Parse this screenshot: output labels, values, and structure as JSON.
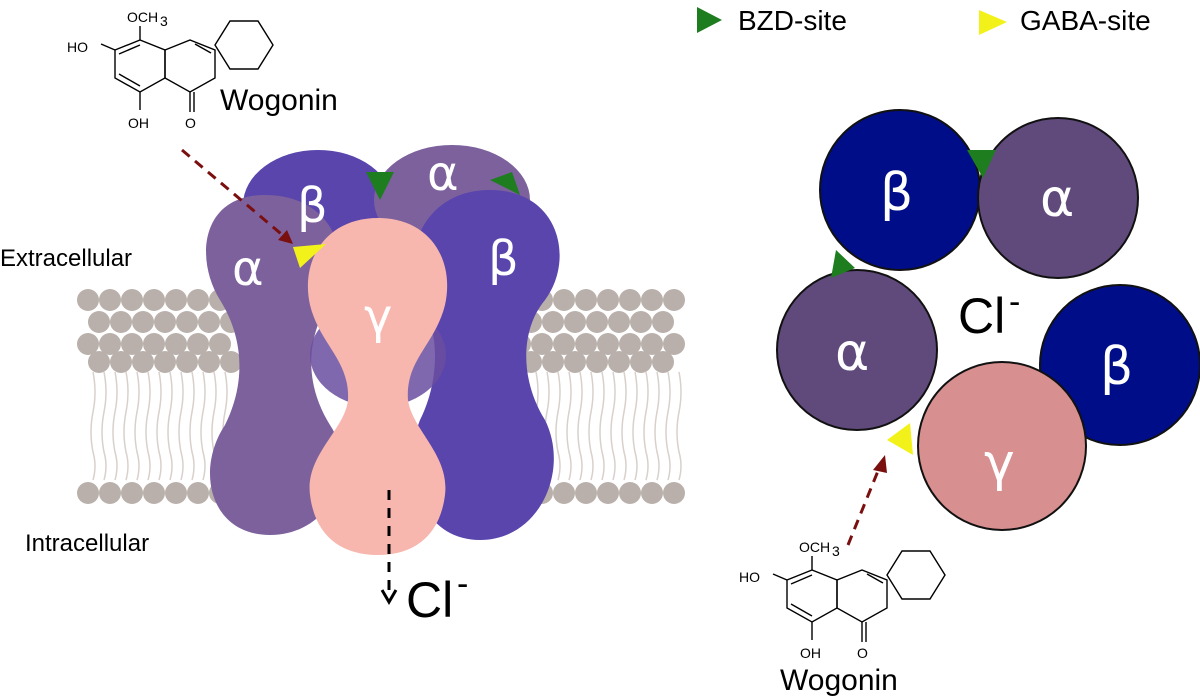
{
  "legend": {
    "bzd_label": "BZD-site",
    "gaba_label": "GABA-site",
    "bzd_color": "#1e7d1e",
    "gaba_color": "#f2f21a"
  },
  "side_view": {
    "extracellular_label": "Extracellular",
    "intracellular_label": "Intracellular",
    "ion_label": "Cl",
    "ion_charge": "-",
    "subunits": [
      {
        "symbol": "β",
        "role": "beta-back"
      },
      {
        "symbol": "α",
        "role": "alpha-back"
      },
      {
        "symbol": "α",
        "role": "alpha-front"
      },
      {
        "symbol": "β",
        "role": "beta-front"
      },
      {
        "symbol": "γ",
        "role": "gamma-front"
      }
    ]
  },
  "top_view": {
    "ion_label": "Cl",
    "ion_charge": "-",
    "subunits": [
      {
        "symbol": "β",
        "role": "beta-top"
      },
      {
        "symbol": "α",
        "role": "alpha-top"
      },
      {
        "symbol": "α",
        "role": "alpha-left"
      },
      {
        "symbol": "β",
        "role": "beta-right"
      },
      {
        "symbol": "γ",
        "role": "gamma-bottom"
      }
    ]
  },
  "ligand": {
    "name": "Wogonin",
    "substituents": {
      "methoxy": "OCH",
      "methoxy_sub": "3",
      "hydroxyl": "OH",
      "carbonyl": "O",
      "ho": "HO"
    }
  },
  "colors": {
    "beta_side": "#5945ac",
    "alpha_side": "#7d619d",
    "gamma_side": "#f7b6ae",
    "beta_top": "#000d88",
    "alpha_top": "#604a7b",
    "gamma_top": "#d88f8f",
    "lipid_head": "#b9b0ab",
    "arrow": "#7a0f0f"
  }
}
